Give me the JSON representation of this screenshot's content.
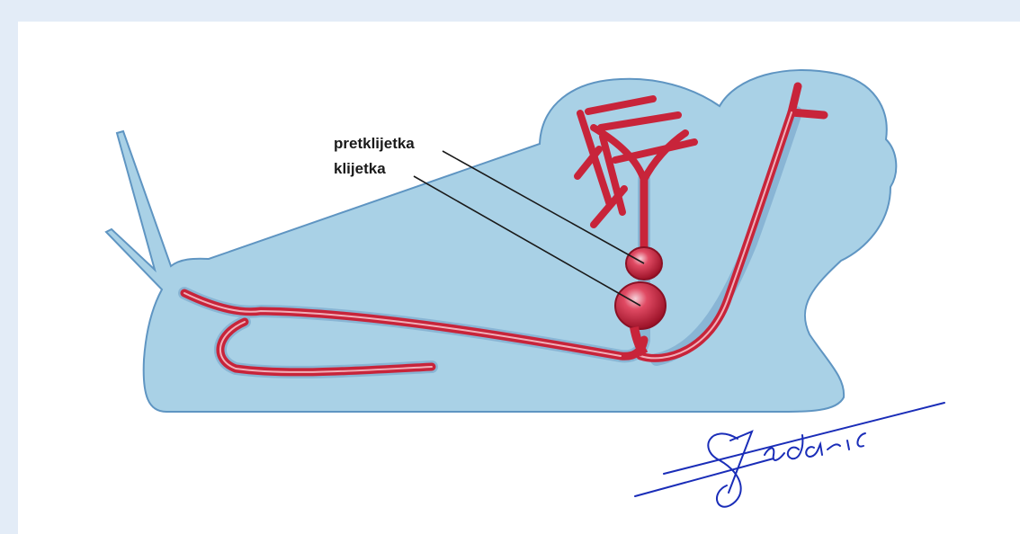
{
  "labels": {
    "atrium": "pretklijetka",
    "ventricle": "klijetka"
  },
  "signature": "Studaric",
  "colors": {
    "background": "#e3ecf7",
    "body": "#a9d1e6",
    "body_outline": "#5f95c2",
    "vessel": "#c8243a",
    "heart": "#d42b45",
    "signature_ink": "#1a2db8"
  }
}
